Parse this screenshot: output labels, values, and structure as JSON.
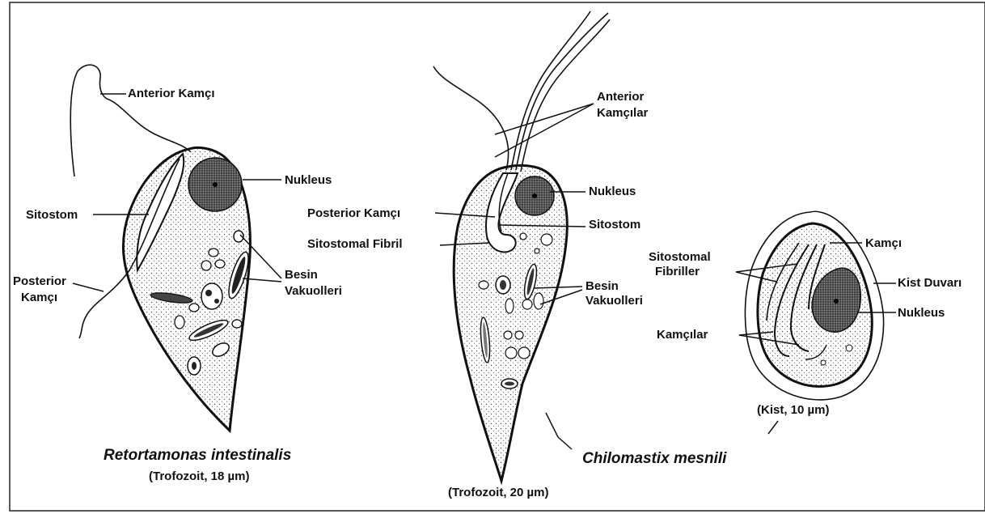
{
  "organisms": {
    "retortamonas": {
      "name": "Retortamonas intestinalis",
      "stage": "(Trofozoit, 18 µm)",
      "labels": {
        "anterior_flagellum": "Anterior Kamçı",
        "nucleus": "Nukleus",
        "cytostome": "Sitostom",
        "posterior_flagellum_1": "Posterior",
        "posterior_flagellum_2": "Kamçı",
        "food_vacuoles_1": "Besin",
        "food_vacuoles_2": "Vakuolleri"
      }
    },
    "chilomastix": {
      "name": "Chilomastix mesnili",
      "trophozoite_stage": "(Trofozoit, 20 µm)",
      "cyst_stage": "(Kist, 10 µm)",
      "trophozoite_labels": {
        "anterior_flagella_1": "Anterior",
        "anterior_flagella_2": "Kamçılar",
        "nucleus": "Nukleus",
        "posterior_flagellum": "Posterior Kamçı",
        "cytostome": "Sitostom",
        "cytostomal_fibril": "Sitostomal Fibril",
        "food_vacuoles_1": "Besin",
        "food_vacuoles_2": "Vakuolleri"
      },
      "cyst_labels": {
        "flagellum": "Kamçı",
        "cytostomal_fibrils_1": "Sitostomal",
        "cytostomal_fibrils_2": "Fibriller",
        "cyst_wall": "Kist Duvarı",
        "nucleus": "Nukleus",
        "flagella": "Kamçılar"
      }
    }
  }
}
